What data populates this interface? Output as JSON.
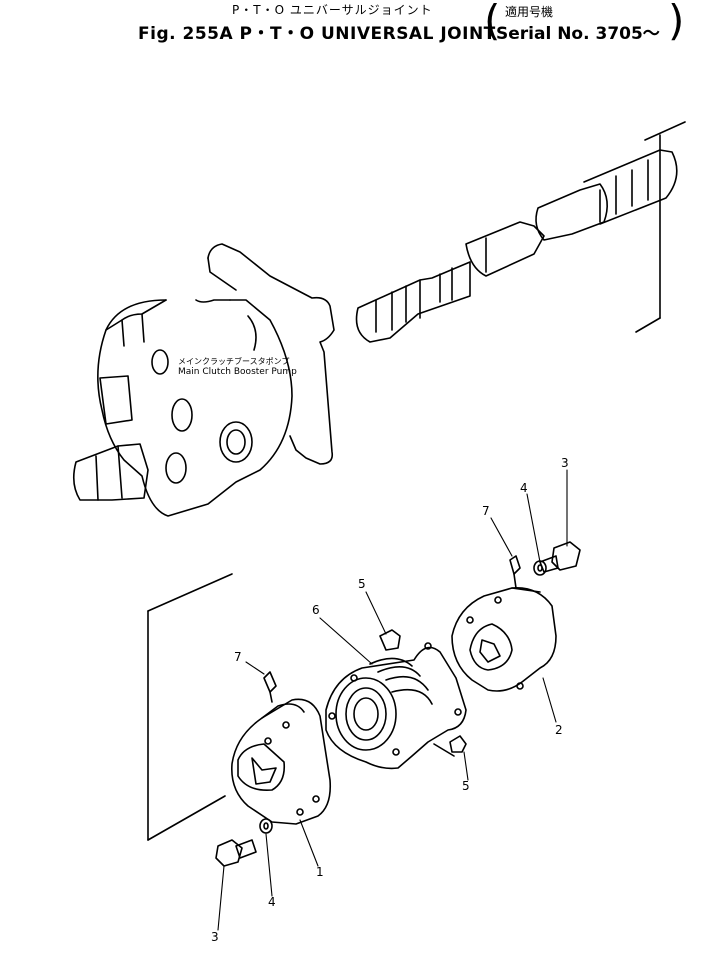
{
  "header": {
    "title_jp": "P・T・O ユニバーサルジョイント",
    "figure_title": "Fig. 255A P・T・O UNIVERSAL JOINT",
    "serial_jp": "適用号機",
    "serial_en": "Serial No. 3705～"
  },
  "pump_label": {
    "jp": "メインクラッチブースタポンプ",
    "en": "Main Clutch Booster Pump"
  },
  "callouts": [
    "1",
    "2",
    "3",
    "3",
    "4",
    "4",
    "5",
    "5",
    "6",
    "7",
    "7"
  ]
}
